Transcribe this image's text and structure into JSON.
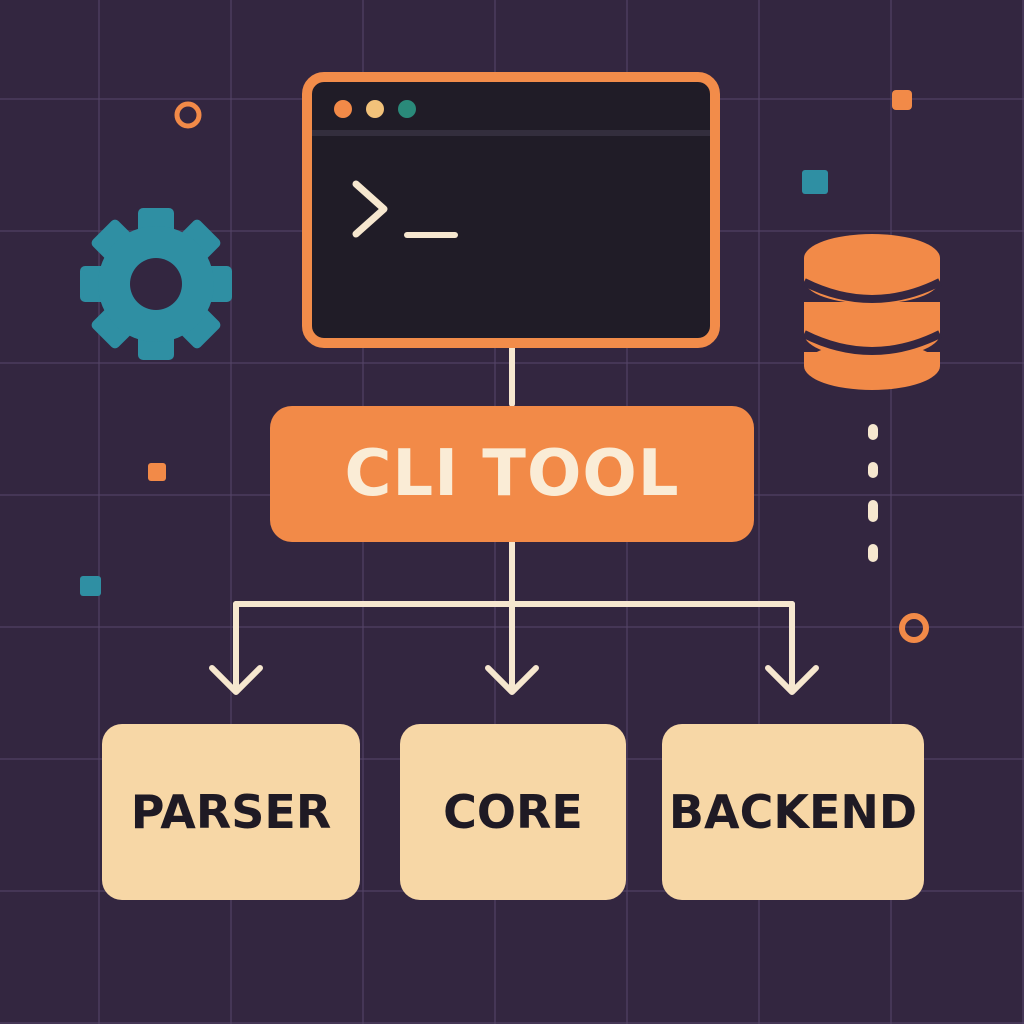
{
  "diagram": {
    "title_label": "CLI TOOL",
    "modules": [
      {
        "id": "parser",
        "label": "PARSER"
      },
      {
        "id": "core",
        "label": "CORE"
      },
      {
        "id": "backend",
        "label": "BACKEND"
      }
    ]
  },
  "terminal": {
    "prompt_glyph": "chevron-prompt-icon",
    "window_buttons": [
      "close-dot",
      "minimize-dot",
      "maximize-dot"
    ]
  },
  "icons": {
    "gear": "gear-icon",
    "database": "database-icon"
  },
  "colors": {
    "background": "#332640",
    "grid": "#544467",
    "accent_orange": "#f28a48",
    "accent_teal": "#2f8fa3",
    "module_fill": "#f7d7a6",
    "terminal_fill": "#201c27",
    "cream": "#f6e7cf",
    "dot_orange": "#f28a48",
    "dot_yellow": "#f2c27a",
    "dot_green": "#2a8a7a"
  }
}
